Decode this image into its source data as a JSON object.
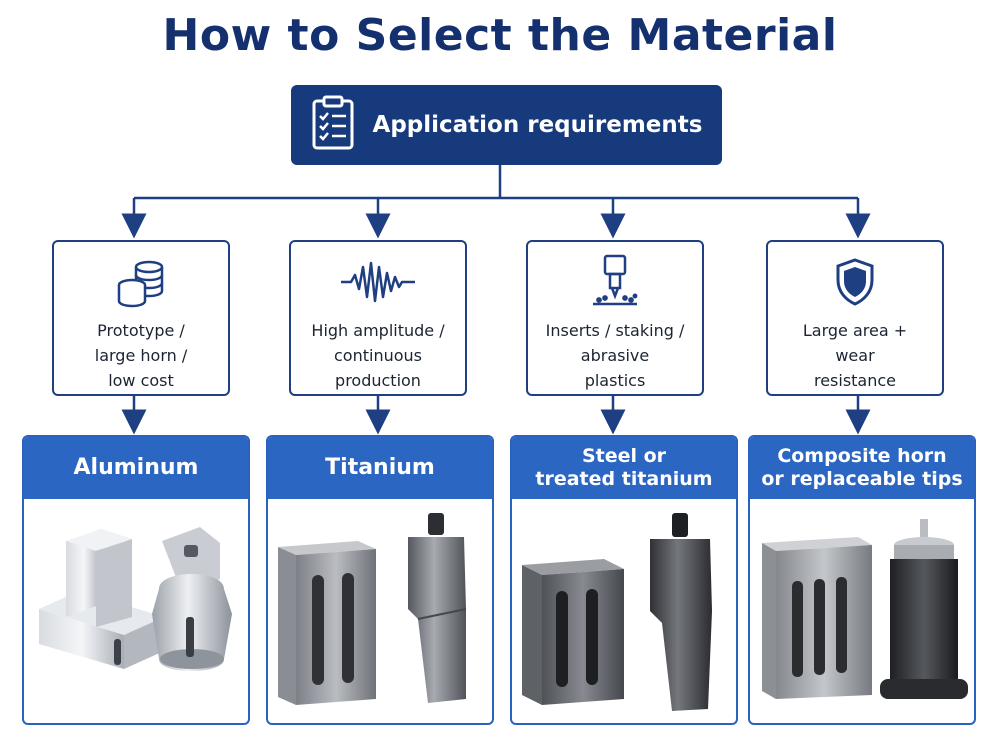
{
  "title": "How to Select the Material",
  "root": {
    "label": "Application requirements",
    "icon": "clipboard-checklist-icon"
  },
  "requirements": [
    {
      "icon": "coin-stack-icon",
      "lines": [
        "Prototype /",
        "large horn /",
        "low cost"
      ]
    },
    {
      "icon": "sound-wave-icon",
      "lines": [
        "High amplitude /",
        "continuous",
        "production"
      ]
    },
    {
      "icon": "drill-press-icon",
      "lines": [
        "Inserts / staking /",
        "abrasive",
        "plastics"
      ]
    },
    {
      "icon": "shield-icon",
      "lines": [
        "Large area +",
        "wear",
        "resistance"
      ]
    }
  ],
  "materials": [
    {
      "lines": [
        "Aluminum"
      ],
      "image": "aluminum-horns-image"
    },
    {
      "lines": [
        "Titanium"
      ],
      "image": "titanium-horns-image"
    },
    {
      "lines": [
        "Steel or",
        "treated titanium"
      ],
      "image": "steel-horns-image"
    },
    {
      "lines": [
        "Composite horn",
        "or replaceable tips"
      ],
      "image": "composite-horns-image"
    }
  ],
  "colors": {
    "title": "#15306e",
    "root_fill": "#163a7c",
    "connector": "#1e3f82",
    "material_header": "#2b66c3"
  }
}
